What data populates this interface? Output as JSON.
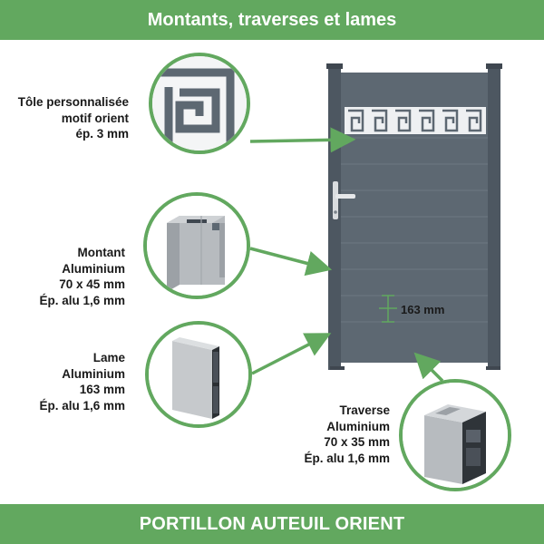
{
  "header": {
    "title": "Montants, traverses et lames"
  },
  "footer": {
    "title": "PORTILLON AUTEUIL ORIENT"
  },
  "callouts": {
    "tole": {
      "lines": [
        "Tôle personnalisée",
        "motif orient",
        "ép. 3 mm"
      ]
    },
    "montant": {
      "lines": [
        "Montant",
        "Aluminium",
        "70 x 45 mm",
        "Ép. alu 1,6 mm"
      ]
    },
    "lame": {
      "lines": [
        "Lame",
        "Aluminium",
        "163 mm",
        "Ép. alu 1,6 mm"
      ]
    },
    "traverse": {
      "lines": [
        "Traverse",
        "Aluminium",
        "70 x 35 mm",
        "Ép. alu 1,6 mm"
      ]
    }
  },
  "dimension": {
    "lame_height": "163 mm"
  },
  "colors": {
    "green": "#62a85f",
    "gate": "#5d6872",
    "gate_dark": "#4d5761",
    "aluminium": "#b7bbbf"
  }
}
